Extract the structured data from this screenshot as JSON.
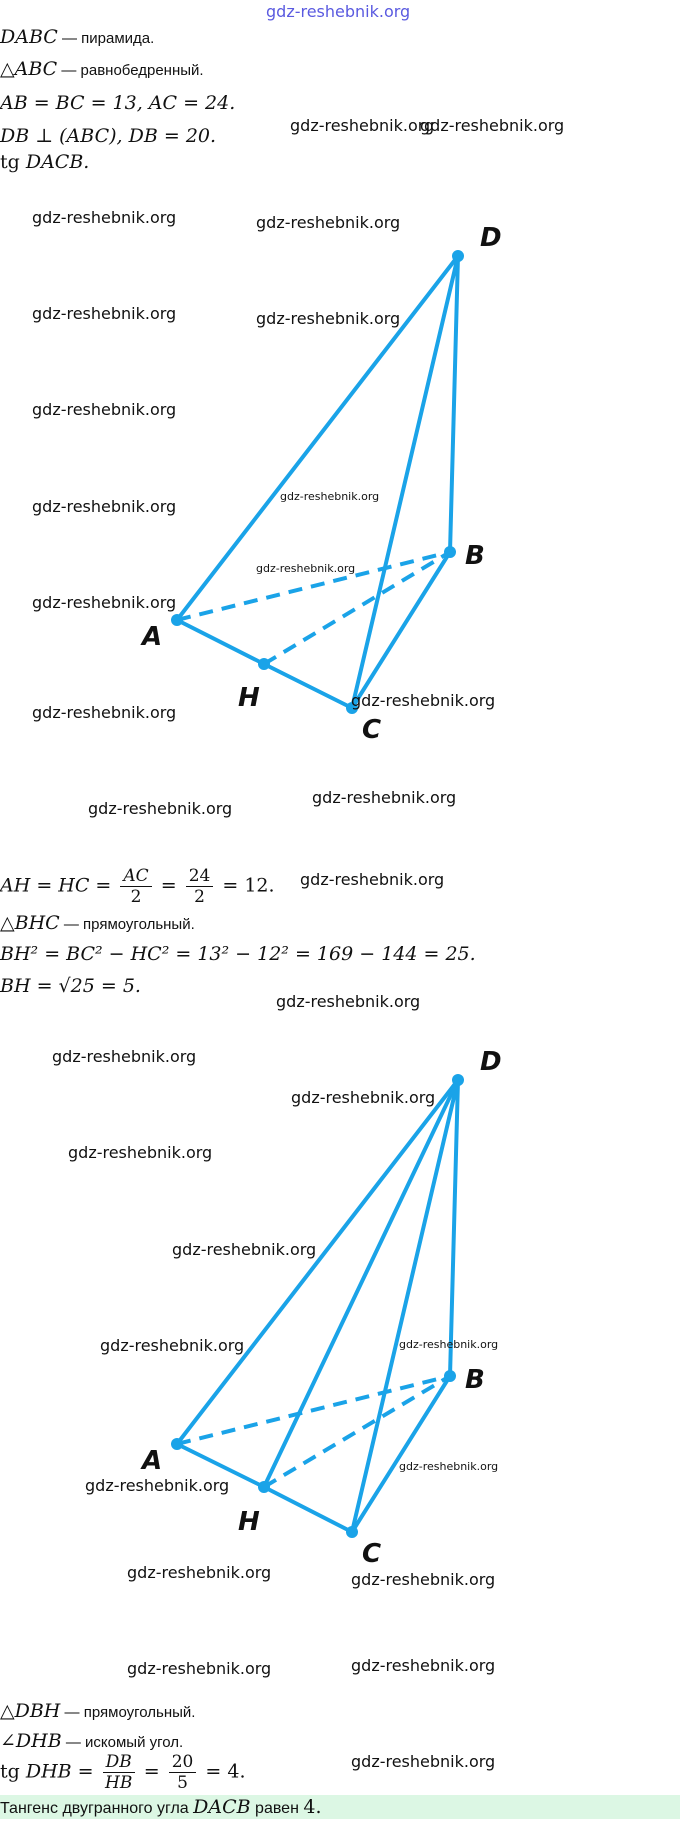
{
  "header_watermark": "gdz-reshebnik.org",
  "watermark": "gdz-reshebnik.org",
  "given": {
    "l1_math": "DABC",
    "l1_text": " — пирамида.",
    "l2_math": "△ABC",
    "l2_text": " — равнобедренный.",
    "l3_math": "AB = BC = 13,  AC = 24.",
    "l4_math": "DB ⊥ (ABC), DB = 20.",
    "l5_pre": "tg ",
    "l5_math": "DACB."
  },
  "figure_labels": {
    "D": "D",
    "B": "B",
    "A": "A",
    "H": "H",
    "C": "C"
  },
  "figure_color": "#1aa3e8",
  "step1": {
    "l1_pre": "AH = HC = ",
    "l1_num1": "AC",
    "l1_den1": "2",
    "l1_mid": " = ",
    "l1_num2": "24",
    "l1_den2": "2",
    "l1_post": " = 12.",
    "l2_math": "△BHC",
    "l2_text": " — прямоугольный.",
    "l3_math": "BH² = BC² − HC² = 13² − 12² = 169 − 144 = 25.",
    "l4_math": "BH = √25 = 5."
  },
  "step2": {
    "l1_math": "△DBH",
    "l1_text": " — прямоугольный.",
    "l2_math": "∠DHB",
    "l2_text": " — искомый угол.",
    "l3_pre": "tg ",
    "l3_math": "DHB = ",
    "l3_num1": "DB",
    "l3_den1": "HB",
    "l3_mid": " = ",
    "l3_num2": "20",
    "l3_den2": "5",
    "l3_post": " = 4."
  },
  "answer": {
    "pre": "Тангенс двугранного угла ",
    "math": "DACB",
    "post": " равен ",
    "value": "4."
  }
}
